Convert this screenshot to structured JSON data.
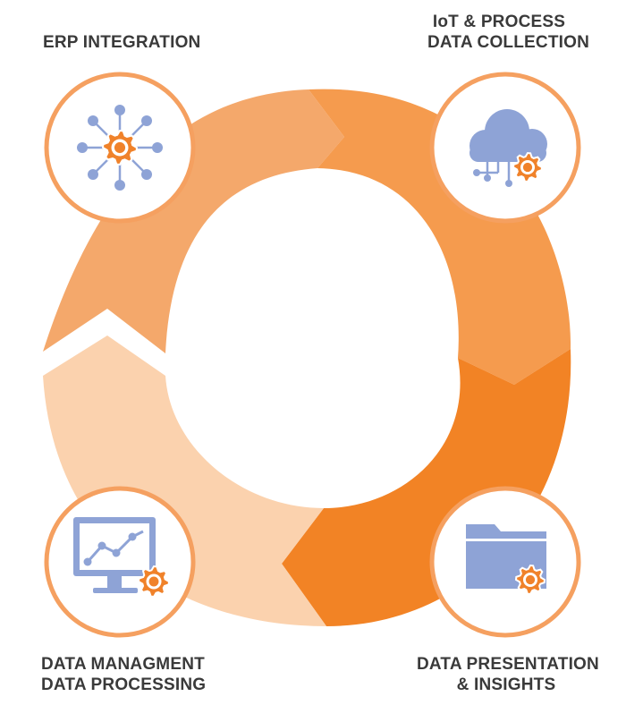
{
  "stages": [
    {
      "id": "erp",
      "lines": [
        "ERP INTEGRATION"
      ],
      "icon": "network-gear-icon"
    },
    {
      "id": "iot",
      "lines": [
        "IoT & PROCESS",
        "DATA COLLECTION"
      ],
      "icon": "cloud-gear-icon"
    },
    {
      "id": "presentation",
      "lines": [
        "DATA PRESENTATION",
        "& INSIGHTS"
      ],
      "icon": "folder-gear-icon"
    },
    {
      "id": "management",
      "lines": [
        "DATA MANAGMENT",
        "DATA PROCESSING"
      ],
      "icon": "monitor-chart-gear-icon"
    }
  ],
  "colors": {
    "arrow_erp": "#F4A86B",
    "arrow_iot": "#F59B4E",
    "arrow_presentation": "#F28325",
    "arrow_management": "#FBD2AE",
    "circle_border": "#F5A060",
    "icon_blue": "#8EA3D6",
    "icon_orange": "#F0822A",
    "label_text": "#3A3A3A"
  }
}
